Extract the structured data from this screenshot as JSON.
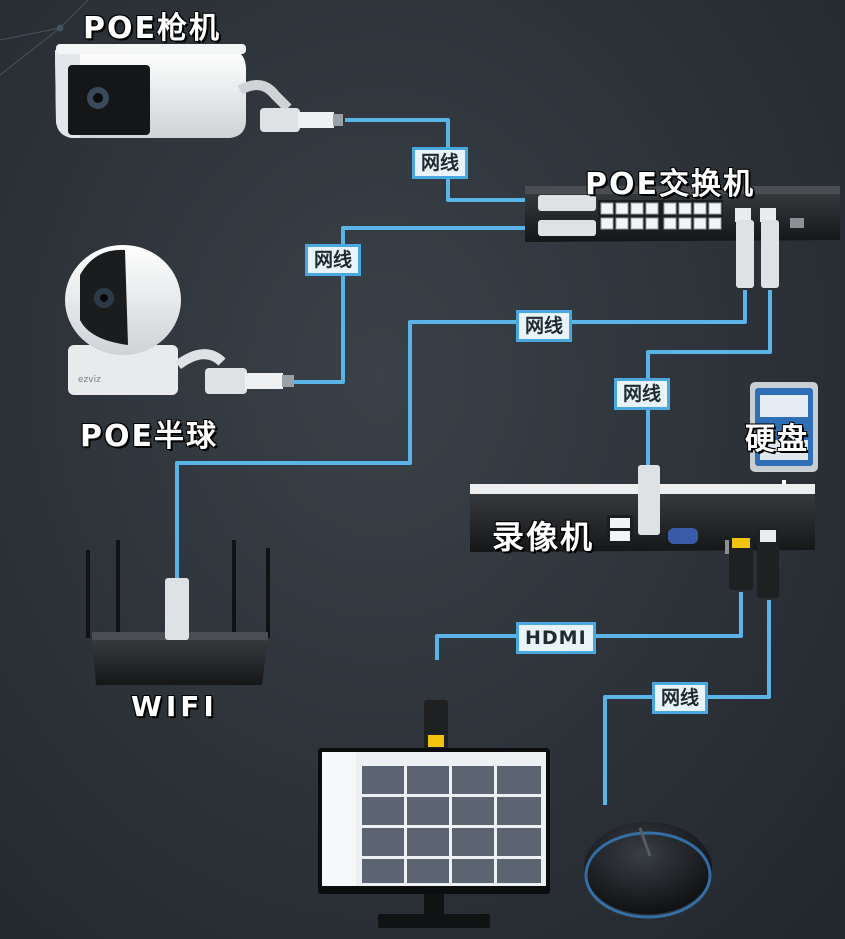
{
  "labels": {
    "poe_bullet_camera": "POE枪机",
    "poe_switch": "POE交换机",
    "poe_dome_camera": "POE半球",
    "hard_disk": "硬盘",
    "nvr": "录像机",
    "wifi": "WIFI"
  },
  "camera_brand": "ezviz",
  "cable_labels": {
    "bullet_to_switch": "网线",
    "dome_to_switch": "网线",
    "switch_to_wifi": "网线",
    "switch_to_nvr": "网线",
    "nvr_to_monitor": "HDMI",
    "nvr_to_mouse": "网线"
  },
  "colors": {
    "cable": "#5bb3e8",
    "tag_border": "#4aa8e0",
    "tag_fill": "#e9f3fb",
    "background": "#2c3238"
  }
}
